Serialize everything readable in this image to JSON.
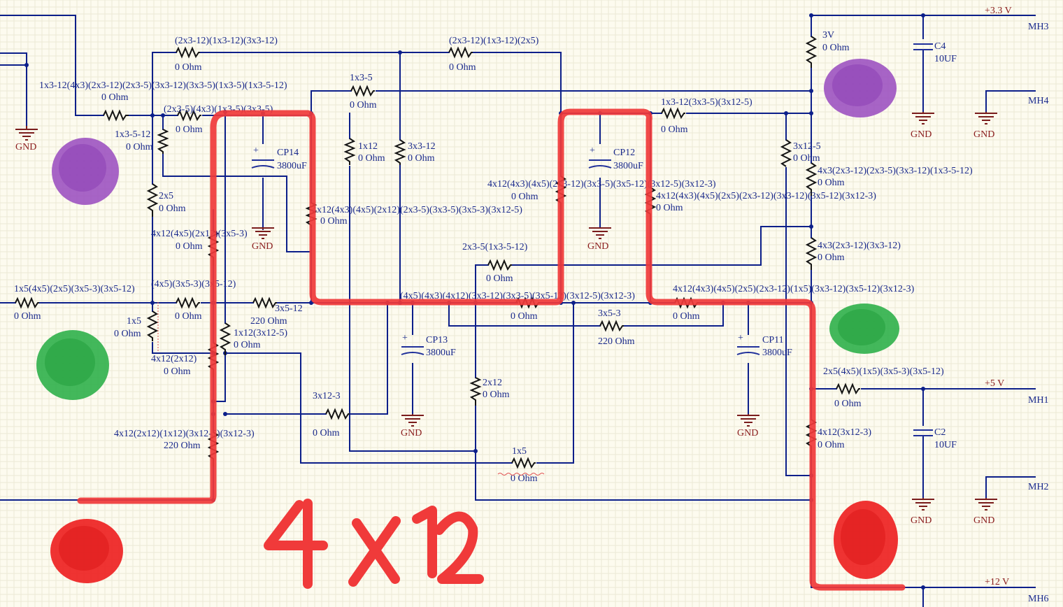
{
  "nets": {
    "v33": "+3.3 V",
    "v5": "+5 V",
    "v12": "+12 V",
    "gnd": "GND"
  },
  "ports": {
    "mh3": "MH3",
    "mh4": "MH4",
    "mh1": "MH1",
    "mh2": "MH2",
    "mh6": "MH6"
  },
  "components": {
    "r_top1": {
      "name": "(2x3-12)(1x3-12)(3x3-12)",
      "value": "0 Ohm"
    },
    "r_top2": {
      "name": "(2x3-12)(1x3-12)(2x5)",
      "value": "0 Ohm"
    },
    "r_long": {
      "name": "1x3-12(4x3)(2x3-12)(2x3-5)(3x3-12)(3x3-5)(1x3-5)(1x3-5-12)",
      "value": "0 Ohm"
    },
    "r_1x35": {
      "name": "1x3-5",
      "value": "0 Ohm"
    },
    "r_2x35": {
      "name": "(2x3-5)(4x3)(1x3-5)(3x3-5)",
      "value": "0 Ohm"
    },
    "r_1x3512": {
      "name": "1x3-5-12",
      "value": "0 Ohm"
    },
    "r_1x12": {
      "name": "1x12",
      "value": "0 Ohm"
    },
    "r_3x312": {
      "name": "3x3-12",
      "value": "0 Ohm"
    },
    "r_1x3_3x35": {
      "name": "1x3-12(3x3-5)(3x12-5)",
      "value": "0 Ohm"
    },
    "r_3v": {
      "name": "3V",
      "value": "0 Ohm"
    },
    "r_3x125": {
      "name": "3x12-5",
      "value": "0 Ohm"
    },
    "r_4x3_2x3": {
      "name": "4x3(2x3-12)(2x3-5)(3x3-12)(1x3-5-12)",
      "value": "0 Ohm"
    },
    "r_2x5": {
      "name": "2x5",
      "value": "0 Ohm"
    },
    "r_4x12_4x5_2x12": {
      "name": "4x12(4x5)(2x12)(3x5-3)",
      "value": "0 Ohm"
    },
    "r_4x12_long": {
      "name": "4x12(4x3)(4x5)(2x12)(2x3-5)(3x3-5)(3x5-3)(3x12-5)",
      "value": "0 Ohm"
    },
    "r_4x12_mid": {
      "name": "4x12(4x3)(4x5)(2x3-12)(3x3-5)(3x5-12)(3x12-5)(3x12-3)",
      "value": "0 Ohm"
    },
    "r_4x12_right": {
      "name": "4x12(4x3)(4x5)(2x5)(2x3-12)(3x3-12)(3x5-12)(3x12-3)",
      "value": "0 Ohm"
    },
    "r_4x3_2x312": {
      "name": "4x3(2x3-12)(3x3-12)",
      "value": "0 Ohm"
    },
    "r_2x35_1x3512": {
      "name": "2x3-5(1x3-5-12)",
      "value": "0 Ohm"
    },
    "r_1x5_long": {
      "name": "1x5(4x5)(2x5)(3x5-3)(3x5-12)",
      "value": "0 Ohm"
    },
    "r_4x5_3x53": {
      "name": "(4x5)(3x5-3)(3x5-12)",
      "value": "0 Ohm"
    },
    "r_3x512": {
      "name": "3x5-12",
      "value": "220 Ohm"
    },
    "r_bus": {
      "name": "(4x5)(4x3)(4x12)(3x3-12)(3x3-5)(3x5-12)(3x12-5)(3x12-3)",
      "value": "0 Ohm"
    },
    "r_4x12_bus_right": {
      "name": "4x12(4x3)(4x5)(2x5)(2x3-12)(1x5)(3x3-12)(3x5-12)(3x12-3)",
      "value": "0 Ohm"
    },
    "r_3x53": {
      "name": "3x5-3",
      "value": "220 Ohm"
    },
    "r_1x5": {
      "name": "1x5",
      "value": "0 Ohm"
    },
    "r_1x12_3x125": {
      "name": "1x12(3x12-5)",
      "value": "0 Ohm"
    },
    "r_4x12_2x12": {
      "name": "4x12(2x12)",
      "value": "0 Ohm"
    },
    "r_3x123": {
      "name": "3x12-3",
      "value": "0 Ohm"
    },
    "r_2x12": {
      "name": "2x12",
      "value": "0 Ohm"
    },
    "r_4x12_bottom": {
      "name": "4x12(2x12)(1x12)(3x12-5)(3x12-3)",
      "value": "220 Ohm"
    },
    "r_1x5_bottom": {
      "name": "1x5",
      "value": "0 Ohm"
    },
    "r_2x5_right": {
      "name": "2x5(4x5)(1x5)(3x5-3)(3x5-12)",
      "value": "0 Ohm"
    },
    "r_4x12_3x123": {
      "name": "4x12(3x12-3)",
      "value": "0 Ohm"
    },
    "cp14": {
      "name": "CP14",
      "value": "3800uF"
    },
    "cp12": {
      "name": "CP12",
      "value": "3800uF"
    },
    "cp13": {
      "name": "CP13",
      "value": "3800uF"
    },
    "cp11": {
      "name": "CP11",
      "value": "3800uF"
    },
    "c4": {
      "name": "C4",
      "value": "10UF"
    },
    "c2": {
      "name": "C2",
      "value": "10UF"
    }
  },
  "annotation": {
    "text": "4x12",
    "highlight_color": "#f03a3a",
    "dot_colors": {
      "purple": "#9b4fc0",
      "green": "#2fb04a",
      "red": "#ee2222"
    }
  }
}
